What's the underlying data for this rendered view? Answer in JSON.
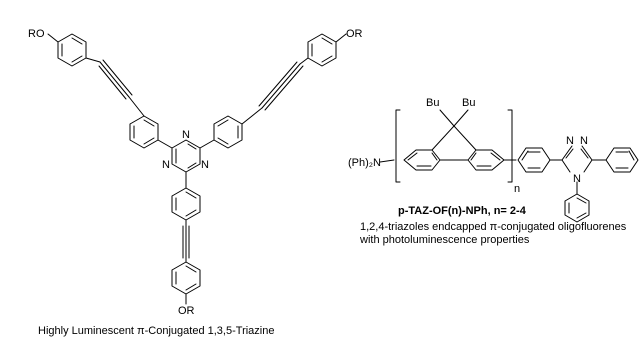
{
  "triazine": {
    "atoms": {
      "ro_left": "RO",
      "or_right": "OR",
      "or_bottom": "OR",
      "n1": "N",
      "n2": "N",
      "n3": "N"
    },
    "caption": "Highly Luminescent π-Conjugated 1,3,5-Triazine"
  },
  "taz_of": {
    "atoms": {
      "ph2n": "(Ph)₂N",
      "bu1": "Bu",
      "bu2": "Bu",
      "n_sub": "n",
      "ring_n_top_left": "N",
      "ring_n_top_right": "N",
      "ring_n_bottom": "N"
    },
    "compound_label": "p-TAZ-OF(n)-NPh, n= 2-4",
    "description_line1": "1,2,4-triazoles endcapped π-conjugated oligofluorenes",
    "description_line2": "with photoluminescence properties"
  }
}
